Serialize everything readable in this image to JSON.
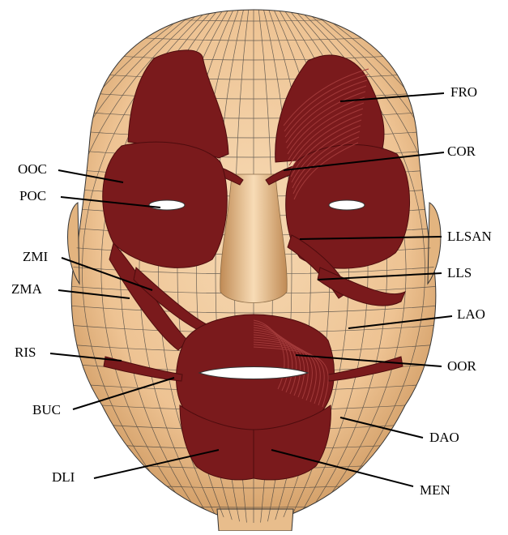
{
  "diagram": {
    "colors": {
      "skin": "#f0cba0",
      "skin_shade": "#c9955e",
      "mesh": "#3a3a3a",
      "muscle": "#7a1a1c",
      "muscle_dark": "#4e0c0e",
      "muscle_light": "#a23a3a",
      "leader": "#000000"
    },
    "labels": {
      "FRO": "FRO",
      "COR": "COR",
      "LLSAN": "LLSAN",
      "LLS": "LLS",
      "LAO": "LAO",
      "OOR": "OOR",
      "DAO": "DAO",
      "MEN": "MEN",
      "OOC": "OOC",
      "POC": "POC",
      "ZMI": "ZMI",
      "ZMA": "ZMA",
      "RIS": "RIS",
      "BUC": "BUC",
      "DLI": "DLI"
    }
  }
}
